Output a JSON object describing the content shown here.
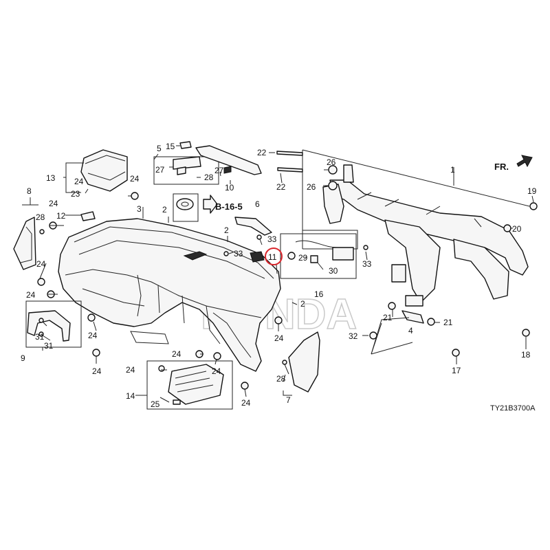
{
  "watermark": "HONDA",
  "front_indicator": "FR.",
  "ref_label": "B-16-5",
  "diagram_code": "TY21B3700A",
  "highlight_color": "#d9262c",
  "callouts": {
    "c1": "1",
    "c2a": "2",
    "c2b": "2",
    "c2c": "2",
    "c3": "3",
    "c4": "4",
    "c5": "5",
    "c6": "6",
    "c7": "7",
    "c8": "8",
    "c9": "9",
    "c10": "10",
    "c11": "11",
    "c12": "12",
    "c13": "13",
    "c14": "14",
    "c15": "15",
    "c16": "16",
    "c17": "17",
    "c18": "18",
    "c19": "19",
    "c20": "20",
    "c21a": "21",
    "c21b": "21",
    "c22a": "22",
    "c22b": "22",
    "c23": "23",
    "c24a": "24",
    "c24b": "24",
    "c24c": "24",
    "c24d": "24",
    "c24e": "24",
    "c24f": "24",
    "c24g": "24",
    "c24h": "24",
    "c24i": "24",
    "c24j": "24",
    "c24k": "24",
    "c24l": "24",
    "c25": "25",
    "c26a": "26",
    "c26b": "26",
    "c27a": "27",
    "c27b": "27",
    "c28a": "28",
    "c28b": "28",
    "c28c": "28",
    "c29": "29",
    "c30": "30",
    "c31a": "31",
    "c31b": "31",
    "c32": "32",
    "c33a": "33",
    "c33b": "33",
    "c33c": "33"
  }
}
